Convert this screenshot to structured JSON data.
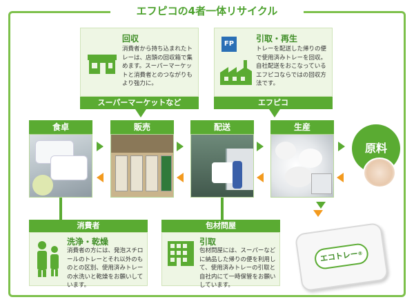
{
  "title": "エフピコの4者一体リサイクル",
  "top_boxes": [
    {
      "id": "collection",
      "title": "回収",
      "body": "消費者から持ち込まれたトレーは、店頭の回収箱で集めます。スーパーマーケットと消費者とのつながりもより強力に。",
      "bar": "スーパーマーケットなど",
      "icon": "supermarket-icon"
    },
    {
      "id": "pickup",
      "title": "引取・再生",
      "body": "トレーを配送した帰りの便で使用済みトレーを回収。自社配送をおこなっているエフピコならではの回収方法です。",
      "bar": "エフピコ",
      "icon": "factory-icon"
    }
  ],
  "stages": [
    {
      "label": "食卓",
      "image": "dining-table-photo"
    },
    {
      "label": "販売",
      "image": "store-shelves-photo"
    },
    {
      "label": "配送",
      "image": "delivery-truck-photo"
    },
    {
      "label": "生産",
      "image": "recycled-trays-factory-photo"
    }
  ],
  "source": {
    "label": "原料"
  },
  "bottom_boxes": [
    {
      "id": "consumer",
      "bar": "消費者",
      "title": "洗浄・乾燥",
      "body": "消費者の方には、発泡スチロールのトレーとそれ以外のものとの区別、使用済みトレーの水洗いと乾燥をお願いしています。",
      "icon": "family-icon"
    },
    {
      "id": "wholesaler",
      "bar": "包材問屋",
      "title": "引取",
      "body": "包材問屋には、スーパーなどに納品した帰りの便を利用して、使用済みトレーの引取と自社内にて一時保管をお願いしています。",
      "icon": "warehouse-icon"
    }
  ],
  "product": {
    "label": "エコトレー",
    "mark": "®"
  },
  "colors": {
    "green": "#5aab32",
    "light_green": "#eef6e4",
    "orange": "#f39a1e",
    "title_green": "#4ea22f"
  }
}
